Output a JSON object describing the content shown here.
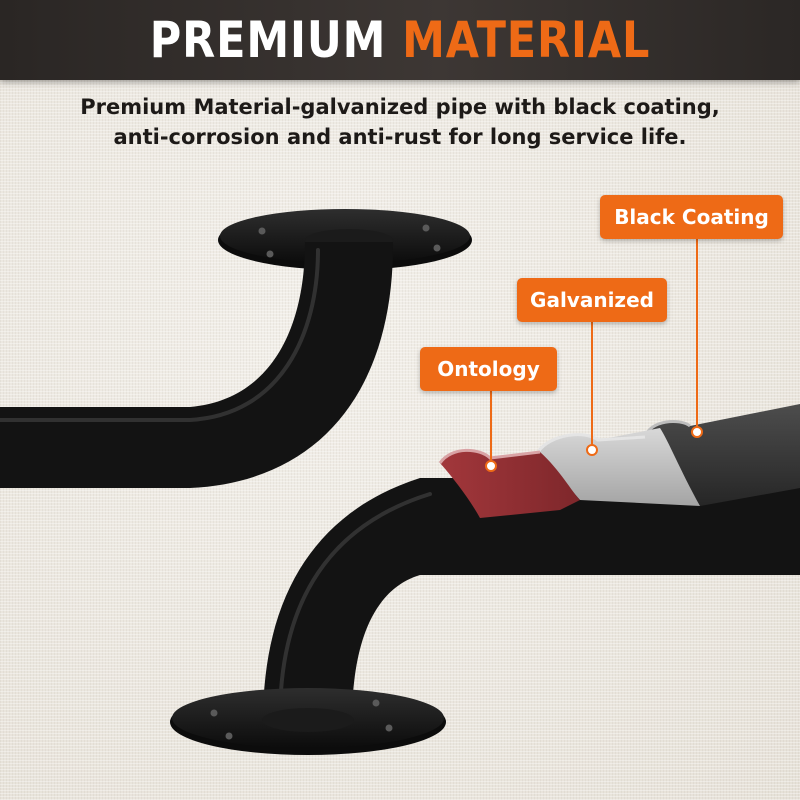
{
  "banner": {
    "title_part1": "PREMIUM",
    "title_part2": "MATERIAL"
  },
  "subtitle": {
    "line1": "Premium Material-galvanized pipe with black coating,",
    "line2": "anti-corrosion and anti-rust for long service life."
  },
  "callouts": {
    "black_coating": "Black Coating",
    "galvanized": "Galvanized",
    "ontology": "Ontology"
  },
  "colors": {
    "accent": "#ee6a16",
    "banner_bg": "#2f2a28",
    "pipe": "#141414",
    "inner_layer": "#8b2e32",
    "galvanized_layer": "#b9b9b9",
    "coating_layer": "#3a3a3a"
  }
}
